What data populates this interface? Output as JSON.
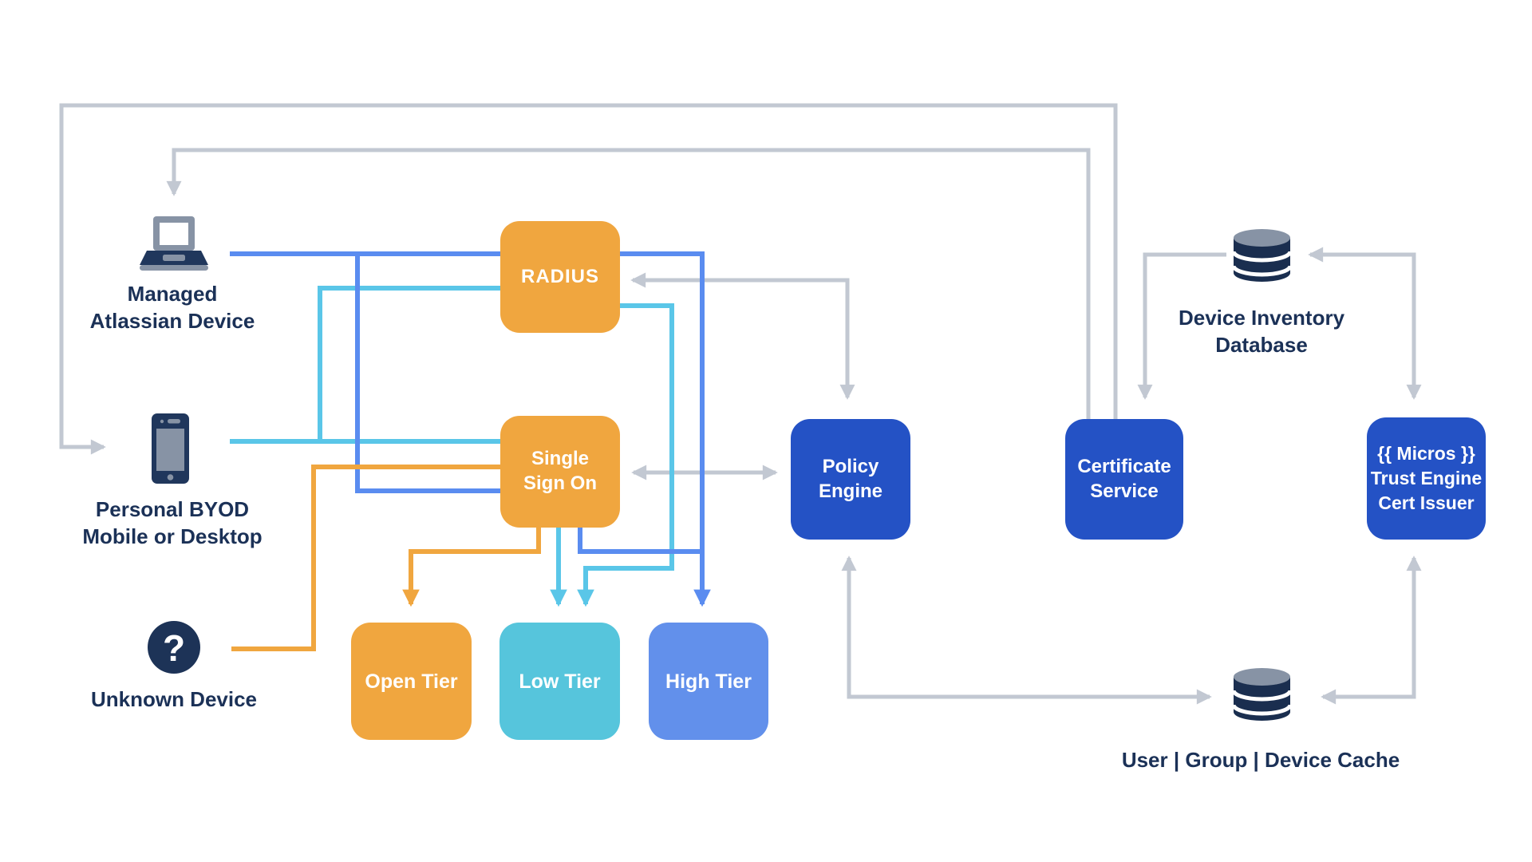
{
  "diagram": {
    "devices": {
      "managed": {
        "label": "Managed\nAtlassian Device"
      },
      "byod": {
        "label": "Personal BYOD\nMobile or Desktop"
      },
      "unknown": {
        "label": "Unknown Device",
        "glyph": "?"
      }
    },
    "services": {
      "radius": {
        "label": "RADIUS"
      },
      "sso": {
        "label": "Single\nSign On"
      },
      "open_tier": {
        "label": "Open Tier"
      },
      "low_tier": {
        "label": "Low Tier"
      },
      "high_tier": {
        "label": "High Tier"
      },
      "policy_engine": {
        "label": "Policy\nEngine"
      },
      "certificate_service": {
        "label": "Certificate\nService"
      },
      "trust_engine": {
        "label": "{{ Micros }}\nTrust Engine\nCert Issuer"
      }
    },
    "datastores": {
      "device_inventory": {
        "label": "Device Inventory\nDatabase"
      },
      "user_cache": {
        "label": "User | Group | Device Cache"
      }
    },
    "colors": {
      "orange": "#F0A63F",
      "cyan_line": "#5AC6E8",
      "cyan_box": "#56C5DC",
      "blue_line": "#5A8CF0",
      "blue_box": "#6290EB",
      "dark_blue": "#2452C5",
      "gray_line": "#C2C8D2",
      "navy": "#1B3157",
      "background": "#FFFFFF"
    }
  }
}
